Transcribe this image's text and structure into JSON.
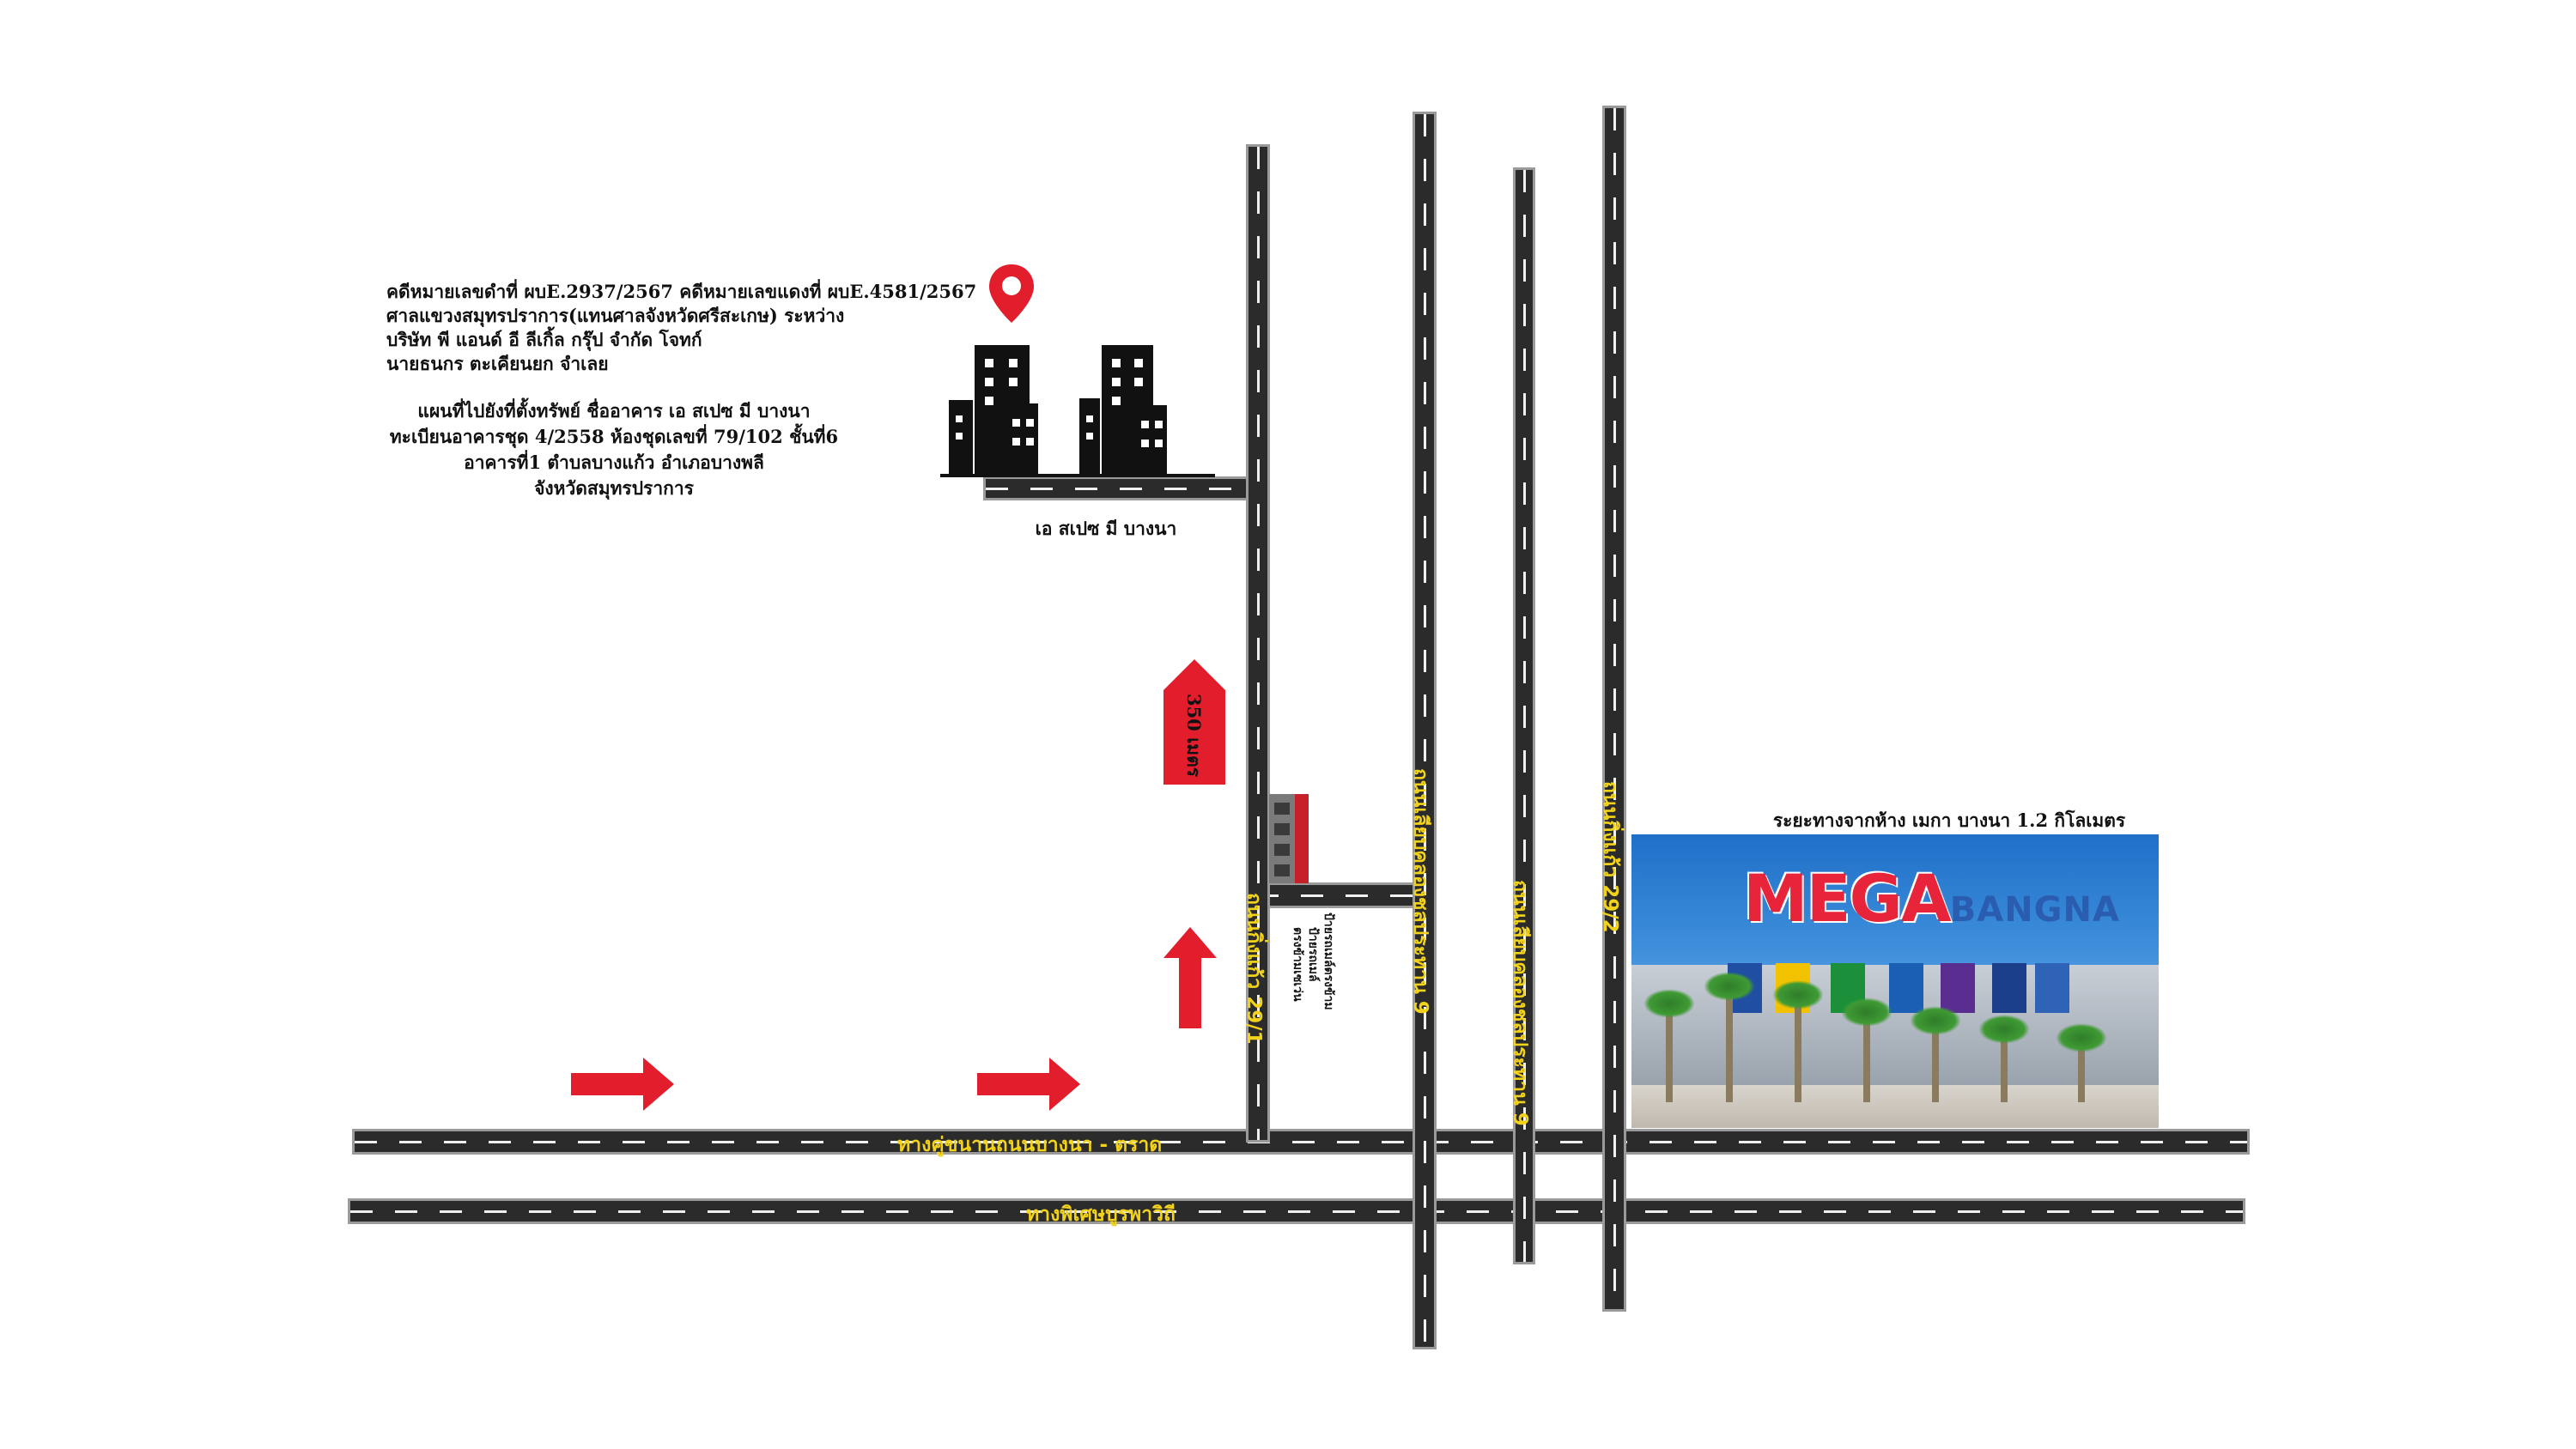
{
  "case_info": {
    "line1": "คดีหมายเลขดำที่ ผบE.2937/2567 คดีหมายเลขแดงที่ ผบE.4581/2567",
    "line2": "ศาลแขวงสมุทรปราการ(แทนศาลจังหวัดศรีสะเกษ) ระหว่าง",
    "line3": "บริษัท พี แอนด์ อี ลีเกิ้ล กรุ๊ป จำกัด โจทก์",
    "line4": "นายธนกร ตะเคียนยก จำเลย"
  },
  "location_info": {
    "line1": "แผนที่ไปยังที่ตั้งทรัพย์ ชื่ออาคาร เอ สเปซ มี บางนา",
    "line2": "ทะเบียนอาคารชุด 4/2558 ห้องชุดเลขที่ 79/102 ชั้นที่6",
    "line3": "อาคารที่1 ตำบลบางแก้ว อำเภอบางพลี",
    "line4": "จังหวัดสมุทรปราการ"
  },
  "building_label": "เอ สเปซ มี บางนา",
  "distance_sign": "350 เมตร",
  "mall": {
    "caption": "ระยะทางจากห้าง เมกา บางนา 1.2 กิโลเมตร",
    "sign_mega": "MEGA",
    "sign_bangna": "BANGNA"
  },
  "roads": {
    "highway_upper": "ทางคู่ขนานถนนบางนา - ตราด",
    "highway_lower": "ทางพิเศษบูรพาวิถี",
    "soi_1": "ถนนกิ่งแก้ว 29/1",
    "soi_2": "ถนนเลียบคลองชลประทาน 9",
    "soi_3": "ถนนเลียบคลองชลประทาน 9",
    "soi_4": "ถนนกิ่งแก้ว 29/2"
  },
  "bus_stop": {
    "line1": "ป้ายรถเมล์",
    "line2": "ตรงข้ามเซเว่น",
    "line3": "ป้ายรถเมล์ตรงข้าม"
  },
  "colors": {
    "accent": "#e21e2d",
    "road": "#2b2b2b",
    "road_label": "#f2d21b"
  },
  "icons": [
    "location-pin-icon",
    "city-buildings-icon",
    "arrow-right-icon",
    "arrow-up-icon"
  ]
}
